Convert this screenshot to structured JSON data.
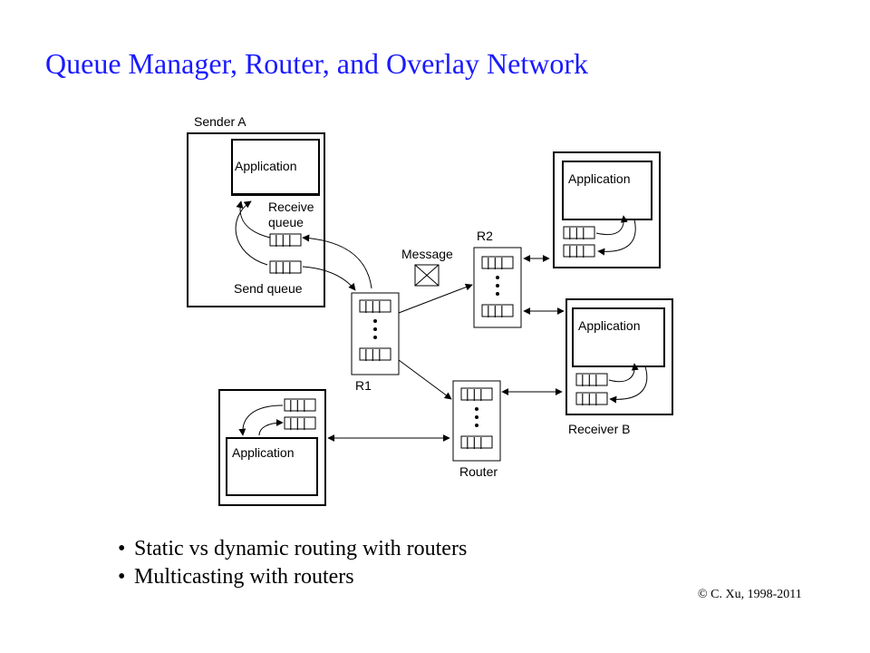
{
  "title": "Queue Manager, Router, and Overlay Network",
  "diagram": {
    "sender_label": "Sender A",
    "receiver_label": "Receiver B",
    "application_label": "Application",
    "receive_queue_line1": "Receive",
    "receive_queue_line2": "queue",
    "send_queue_label": "Send queue",
    "message_label": "Message",
    "r1_label": "R1",
    "r2_label": "R2",
    "router_label": "Router",
    "queue_slot_glyph": "| | |"
  },
  "bullets": [
    "Static vs dynamic routing with routers",
    "Multicasting with routers"
  ],
  "bullet_glyph": "•",
  "copyright": "© C. Xu, 1998-2011"
}
